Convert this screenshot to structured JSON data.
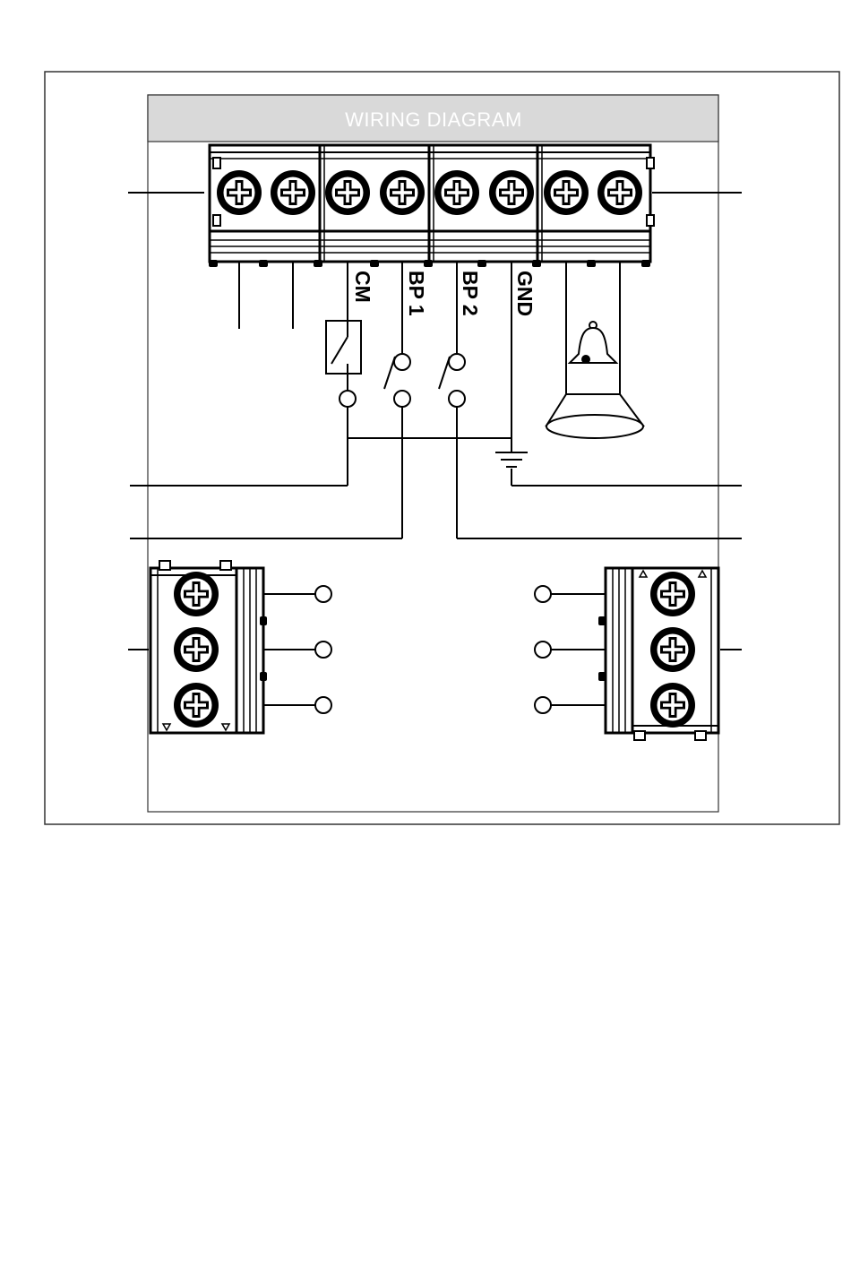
{
  "diagram": {
    "title": "WIRING DIAGRAM",
    "terminal_labels": {
      "cm": "CM",
      "bp1": "BP 1",
      "bp2": "BP 2",
      "gnd": "GND"
    },
    "colors": {
      "header_band": "#d9d9d9",
      "title_text": "#ffffff",
      "line": "#000000",
      "frame": "#333333"
    },
    "icons": {
      "bell": "bell-icon",
      "horn": "horn-speaker-icon",
      "screw": "screw-icon",
      "ground": "ground-symbol-icon",
      "relay": "relay-contact-icon",
      "push_button": "push-button-switch-icon"
    }
  }
}
